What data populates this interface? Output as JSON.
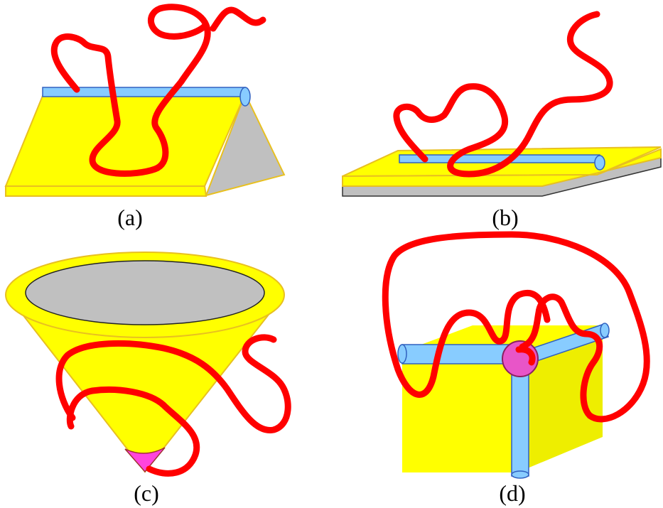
{
  "panels": [
    {
      "label": "(a)"
    },
    {
      "label": "(b)"
    },
    {
      "label": "(c)"
    },
    {
      "label": "(d)"
    }
  ],
  "colors": {
    "surface": "#ffff00",
    "surface_edge": "#e8c020",
    "shadow": "#c0c0c0",
    "rod": "#88ccff",
    "rod_edge": "#3060c0",
    "polymer": "#ff0000",
    "tip": "#ff44dd"
  }
}
